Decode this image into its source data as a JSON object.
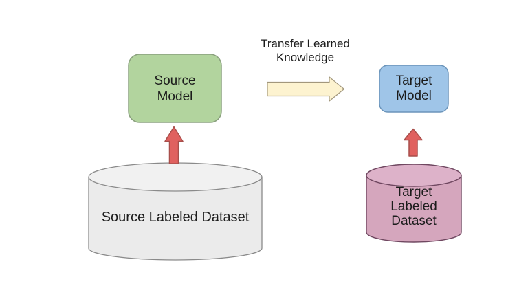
{
  "diagram": {
    "transfer_arrow": {
      "label": "Transfer Learned\nKnowledge",
      "fill": "#fdf3d0",
      "stroke": "#a2977c"
    },
    "source_up_arrow": {
      "fill": "#e0615f",
      "stroke": "#a84f4b"
    },
    "target_up_arrow": {
      "fill": "#e0615f",
      "stroke": "#a84f4b"
    },
    "source_model": {
      "label": "Source\nModel",
      "fill": "#b2d49e",
      "stroke": "#8aa07e"
    },
    "target_model": {
      "label": "Target\nModel",
      "fill": "#9fc5e8",
      "stroke": "#6b94ba"
    },
    "source_dataset": {
      "label": "Source Labeled Dataset",
      "fill": "#ebebeb",
      "top_fill": "#f1f1f1",
      "stroke": "#8a8a8a"
    },
    "target_dataset": {
      "label": "Target\nLabeled\nDataset",
      "fill": "#d5a6bd",
      "top_fill": "#ddb2c9",
      "stroke": "#6f4760"
    }
  }
}
